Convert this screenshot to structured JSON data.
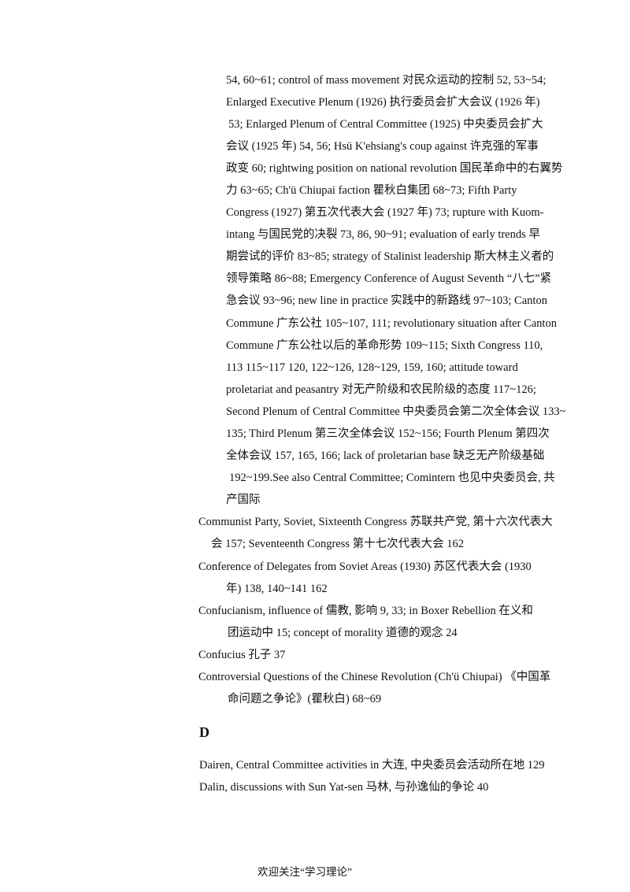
{
  "entries": [
    {
      "lines": [
        "54, 60~61; control of mass movement 对民众运动的控制 52, 53~54;",
        "Enlarged Executive Plenum (1926) 执行委员会扩大会议 (1926 年)",
        "53; Enlarged Plenum of Central Committee (1925) 中央委员会扩大",
        "会议 (1925 年) 54, 56; Hsü K'ehsiang's coup against 许克强的军事",
        "政变 60; rightwing position on national revolution 国民革命中的右翼势",
        "力 63~65; Ch'ü Chiupai faction 瞿秋白集团 68~73; Fifth Party",
        "Congress (1927) 第五次代表大会 (1927 年) 73; rupture with Kuom-",
        "intang 与国民党的决裂 73, 86, 90~91; evaluation of early trends 早",
        "期尝试的评价 83~85; strategy of Stalinist leadership 斯大林主义者的",
        "领导策略 86~88; Emergency Conference of August Seventh “八七”紧",
        "急会议 93~96; new line in practice 实践中的新路线 97~103; Canton",
        "Commune 广东公社 105~107, 111; revolutionary situation after Canton",
        "Commune 广东公社以后的革命形势 109~115; Sixth Congress 110,",
        "113 115~117 120, 122~126, 128~129, 159, 160; attitude toward",
        "proletariat and peasantry 对无产阶级和农民阶级的态度 117~126;",
        "Second Plenum of Central Committee 中央委员会第二次全体会议 133~",
        "135; Third Plenum 第三次全体会议 152~156; Fourth Plenum 第四次",
        "全体会议 157, 165, 166; lack of proletarian base 缺乏无产阶级基础",
        "192~199.See also Central Committee; Comintern 也见中央委员会, 共",
        "产国际"
      ]
    },
    {
      "lines": [
        "Communist Party, Soviet, Sixteenth Congress 苏联共产党, 第十六次代表大",
        "会 157; Seventeenth Congress 第十七次代表大会 162"
      ]
    },
    {
      "lines": [
        "Conference of Delegates from Soviet Areas (1930) 苏区代表大会 (1930",
        "年) 138, 140~141 162"
      ]
    },
    {
      "lines": [
        "Confucianism, influence of 儒教, 影响 9, 33; in Boxer Rebellion 在义和",
        "团运动中 15; concept of morality 道德的观念 24"
      ]
    },
    {
      "lines": [
        "Confucius 孔子 37"
      ]
    },
    {
      "lines": [
        "Controversial Questions of the Chinese Revolution (Ch'ü Chiupai) 《中国革",
        "命问题之争论》(瞿秋白) 68~69"
      ]
    }
  ],
  "section_letter": "D",
  "d_entries": [
    {
      "lines": [
        "Dairen, Central Committee activities in 大连, 中央委员会活动所在地 129"
      ]
    },
    {
      "lines": [
        "Dalin, discussions with Sun Yat-sen 马林, 与孙逸仙的争论 40"
      ]
    }
  ],
  "footer": "欢迎关注“学习理论”"
}
